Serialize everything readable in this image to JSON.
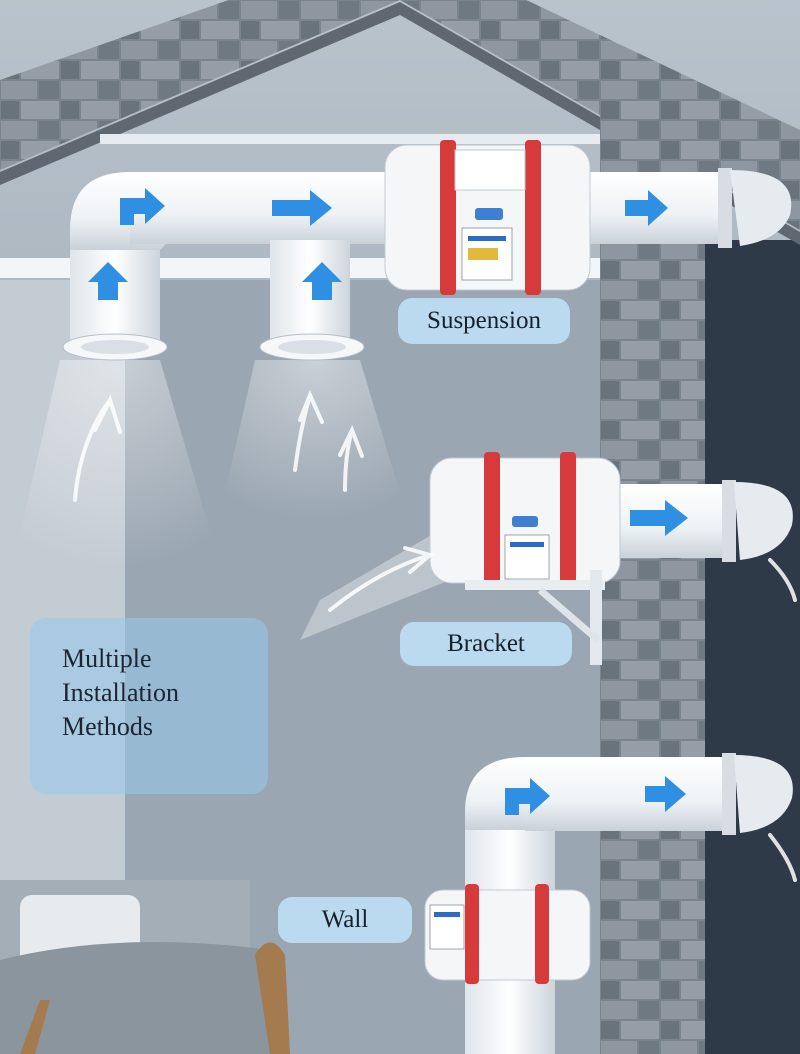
{
  "labels": {
    "suspension": "Suspension",
    "bracket": "Bracket",
    "wall": "Wall"
  },
  "feature_box": {
    "lines": [
      "Multiple",
      "Installation",
      "Methods"
    ]
  },
  "colors": {
    "stone": "#7d8790",
    "wall_interior": "#a6b1bb",
    "exterior": "#2f3a48",
    "pipe": "#eef2f5",
    "fan_clamp": "#d63a3a",
    "arrow": "#2f8fe3",
    "label_bg": "#bedef4"
  },
  "icons": [
    "airflow-arrow-icon",
    "ceiling-vent-icon",
    "inline-duct-fan-icon",
    "pipe-end-cap-icon"
  ]
}
